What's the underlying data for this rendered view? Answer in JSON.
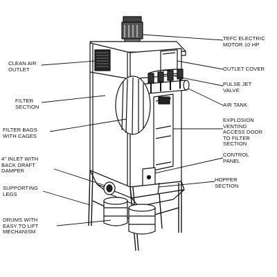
{
  "labels": {
    "motor": "TEFC ELECTRIC\nMOTOR 10 HP",
    "clean_air_outlet": "CLEAN AIR\nOUTLET",
    "outlet_cover": "OUTLET COVER",
    "pulse_jet_valve": "PULSE JET\nVALVE",
    "filter_section": "FILTER\nSECTION",
    "air_tank": "AIR TANK",
    "filter_bags": "FILTER BAGS\nWITH CAGES",
    "explosion_door": "EXPLOSION\nVENTING\nACCESS DOOR\nTO FILTER\nSECTION",
    "inlet": "4\" INLET WITH\nBACK DRAFT\nDAMPER",
    "control_panel": "CONTROL\nPANEL",
    "supporting_legs": "SUPPORTING\nLEGS",
    "hopper_section": "HOPPER\nSECTION",
    "drums": "DRUMS WITH\nEASY TO LIFT\nMECHANISM"
  }
}
